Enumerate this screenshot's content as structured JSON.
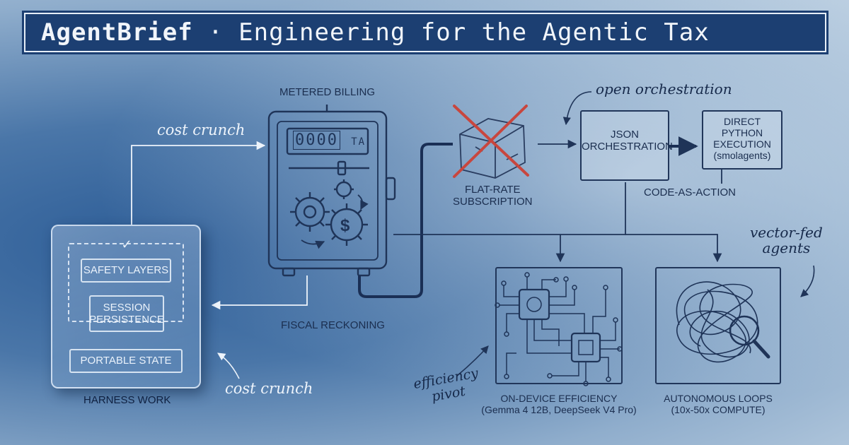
{
  "banner": {
    "brand": "AgentBrief",
    "separator": "·",
    "title": "Engineering for the Agentic Tax"
  },
  "labels": {
    "metered_billing": "METERED BILLING",
    "fiscal_reckoning": "FISCAL RECKONING",
    "flat_rate_line1": "FLAT-RATE",
    "flat_rate_line2": "SUBSCRIPTION",
    "json_line1": "JSON",
    "json_line2": "ORCHESTRATION",
    "direct_line1": "DIRECT",
    "direct_line2": "PYTHON",
    "direct_line3": "EXECUTION",
    "direct_line4": "(smolagents)",
    "code_as_action": "CODE-AS-ACTION",
    "on_device_line1": "ON-DEVICE EFFICIENCY",
    "on_device_line2": "(Gemma 4 12B, DeepSeek V4 Pro)",
    "loops_line1": "AUTONOMOUS LOOPS",
    "loops_line2": "(10x-50x COMPUTE)",
    "harness_work": "HARNESS WORK",
    "safety_layers": "SAFETY LAYERS",
    "session_line1": "SESSION",
    "session_line2": "PERSISTENCE",
    "portable_state": "PORTABLE STATE"
  },
  "annotations": {
    "cost_crunch_top": "cost crunch",
    "cost_crunch_bottom": "cost crunch",
    "open_orchestration": "open orchestration",
    "vector_fed_line1": "vector-fed",
    "vector_fed_line2": "agents",
    "efficiency_line1": "efficiency",
    "efficiency_line2": "pivot"
  },
  "meter": {
    "display": "0000",
    "display_tail": "TA"
  },
  "icons": [
    "shield-check-icon",
    "gear-icon",
    "dollar-gear-icon",
    "crossed-box-icon",
    "chip-icon",
    "magnifier-icon",
    "tangle-icon"
  ],
  "colors": {
    "banner": "#1c3f72",
    "ink": "#21365a",
    "cross": "#c8463e",
    "paper": "#b9cde0"
  }
}
